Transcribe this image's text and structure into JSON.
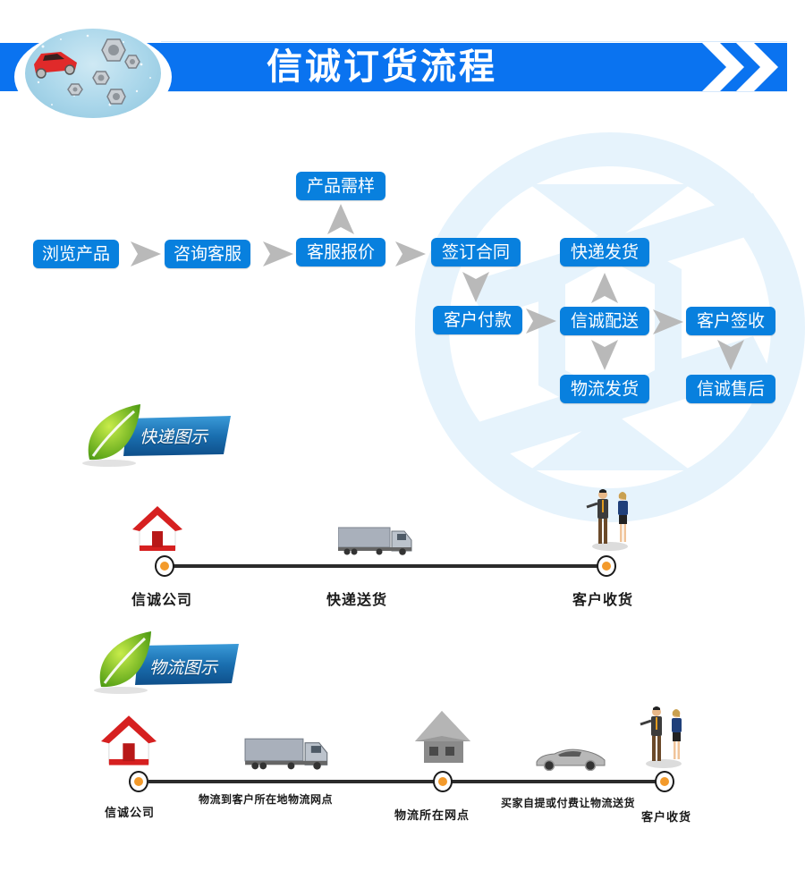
{
  "header": {
    "title": "信诚订货流程",
    "accent_color": "#0a73f0",
    "photo_icon": "car-and-nuts-photo",
    "chevron_icon": "double-chevron-right-icon"
  },
  "flow": {
    "box_color": "#0880de",
    "arrow_color": "#b9b9b9",
    "steps": {
      "browse": "浏览产品",
      "consult": "咨询客服",
      "quote": "客服报价",
      "sample": "产品需样",
      "contract": "签订合同",
      "payment": "客户付款",
      "delivery": "信诚配送",
      "express": "快递发货",
      "logistics": "物流发货",
      "signoff": "客户签收",
      "aftersale": "信诚售后"
    }
  },
  "express_section": {
    "badge": "快递图示",
    "nodes": [
      {
        "label": "信诚公司",
        "icon": "red-house-icon"
      },
      {
        "label": "快递送货",
        "icon": "truck-icon"
      },
      {
        "label": "客户收货",
        "icon": "business-people-icon"
      }
    ]
  },
  "logistics_section": {
    "badge": "物流图示",
    "nodes": [
      {
        "label": "信诚公司",
        "icon": "red-house-icon"
      },
      {
        "label": "物流到客户所在地物流网点",
        "icon": "truck-icon"
      },
      {
        "label": "物流所在网点",
        "icon": "gray-house-icon"
      },
      {
        "label": "买家自提或付费让物流送货",
        "icon": "car-icon"
      },
      {
        "label": "客户收货",
        "icon": "business-people-icon"
      }
    ]
  },
  "colors": {
    "timeline_line": "#2b2b2b",
    "timeline_dot": "#f39a2b",
    "badge_leaf": "#7cc22a",
    "badge_ribbon": "#1a6fb0",
    "watermark": "#e6f3fc"
  }
}
